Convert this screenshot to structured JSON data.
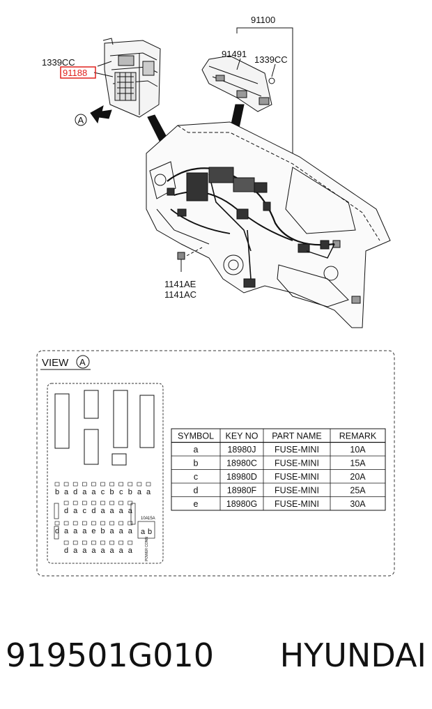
{
  "callouts": {
    "assembly": "91100",
    "clip_left": "1339CC",
    "junction_box": "91188",
    "harness": "91491",
    "clip_right": "1339CC",
    "bolt_1": "1141AE",
    "bolt_2": "1141AC",
    "view_marker": "A"
  },
  "view": {
    "title": "VIEW",
    "marker": "A"
  },
  "fuse_table": {
    "headers": [
      "SYMBOL",
      "KEY NO",
      "PART NAME",
      "REMARK"
    ],
    "rows": [
      [
        "a",
        "18980J",
        "FUSE-MINI",
        "10A"
      ],
      [
        "b",
        "18980C",
        "FUSE-MINI",
        "15A"
      ],
      [
        "c",
        "18980D",
        "FUSE-MINI",
        "20A"
      ],
      [
        "d",
        "18980F",
        "FUSE-MINI",
        "25A"
      ],
      [
        "e",
        "18980G",
        "FUSE-MINI",
        "30A"
      ]
    ]
  },
  "fuse_panel": {
    "row1": [
      "b",
      "a",
      "d",
      "a",
      "a",
      "c",
      "b",
      "c",
      "b",
      "a",
      "a"
    ],
    "row2": [
      "d",
      "a",
      "c",
      "d",
      "a",
      "a",
      "a",
      "a"
    ],
    "row3": [
      "d",
      "a",
      "a",
      "a",
      "e",
      "b",
      "a",
      "a",
      "a"
    ],
    "row4": [
      "d",
      "a",
      "a",
      "a",
      "a",
      "a",
      "a",
      "a"
    ],
    "side": [
      "a",
      "b"
    ],
    "small_label_1": "10A",
    "small_label_2": "15A",
    "vertical_label": "POWER CONN"
  },
  "footer": {
    "part_number": "919501G010",
    "brand": "HYUNDAI"
  },
  "colors": {
    "highlight": "#e0201c",
    "ink": "#111111"
  }
}
